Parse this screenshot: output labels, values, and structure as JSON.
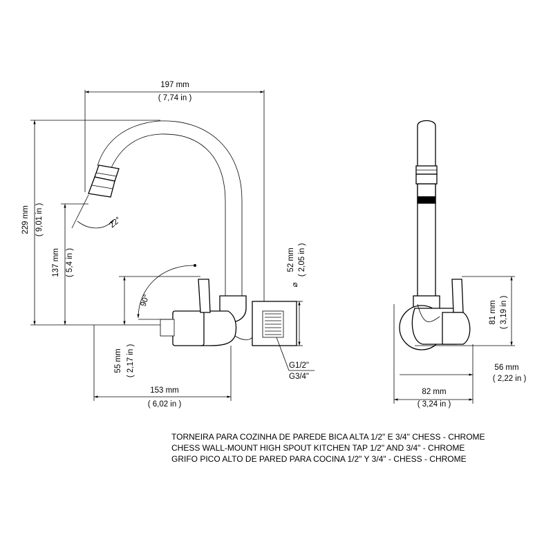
{
  "dimensions": {
    "width_197": [
      "197 mm",
      "( 7,74 in )"
    ],
    "height_229": [
      "229 mm",
      "( 9,01 in )"
    ],
    "height_137": [
      "137 mm",
      "( 5,4 in )"
    ],
    "height_55": [
      "55 mm",
      "( 2,17 in )"
    ],
    "width_153": [
      "153 mm",
      "( 6,02 in )"
    ],
    "diameter_52": [
      "52 mm",
      "( 2,05 in )"
    ],
    "diameter_symbol": "⌀",
    "angle_22": "22°",
    "angle_90": "90°",
    "height_81": [
      "81 mm",
      "( 3,19 in )"
    ],
    "depth_56": [
      "56 mm",
      "( 2,22 in )"
    ],
    "depth_82": [
      "82 mm",
      "( 3,24 in )"
    ]
  },
  "thread": {
    "top": "G1/2\"",
    "bottom": "G3/4\""
  },
  "caption": [
    "TORNEIRA PARA COZINHA DE PAREDE BICA ALTA 1/2\" E 3/4\" CHESS - CHROME",
    "CHESS WALL-MOUNT HIGH SPOUT KITCHEN TAP 1/2\" AND 3/4\" - CHROME",
    "GRIFO PICO ALTO DE PARED PARA COCINA 1/2\" Y 3/4\" - CHESS - CHROME"
  ]
}
